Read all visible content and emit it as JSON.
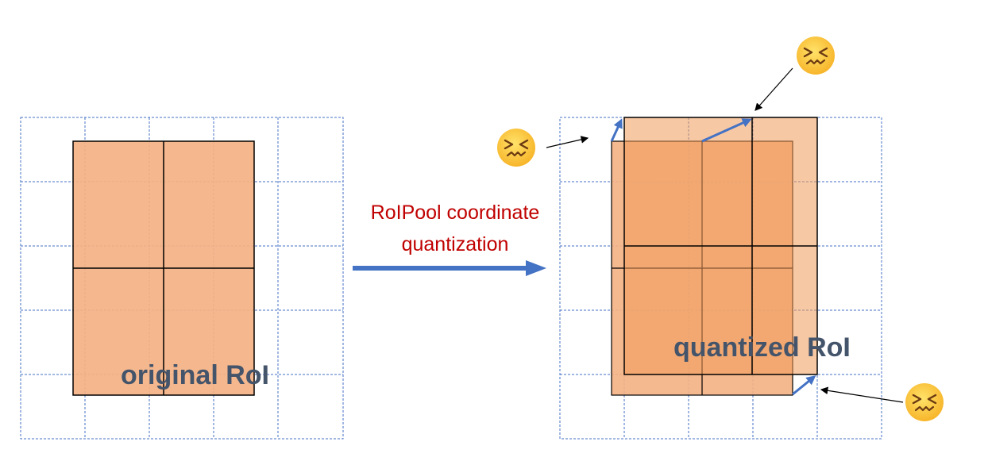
{
  "left_panel": {
    "label": "original RoI"
  },
  "middle": {
    "line1": "RoIPool coordinate",
    "line2": "quantization"
  },
  "right_panel": {
    "label": "quantized RoI"
  },
  "emoji": {
    "symbol": "😖",
    "icon": "confounded-face-icon"
  },
  "colors": {
    "grid": "#4472c4",
    "roi_fill": "#f4b183",
    "quant_fill": "#f09a5a",
    "label_text": "#44546a",
    "middle_text": "#c00000",
    "arrow_blue": "#4472c4",
    "pointer": "#000000",
    "cell_line": "#000000"
  }
}
